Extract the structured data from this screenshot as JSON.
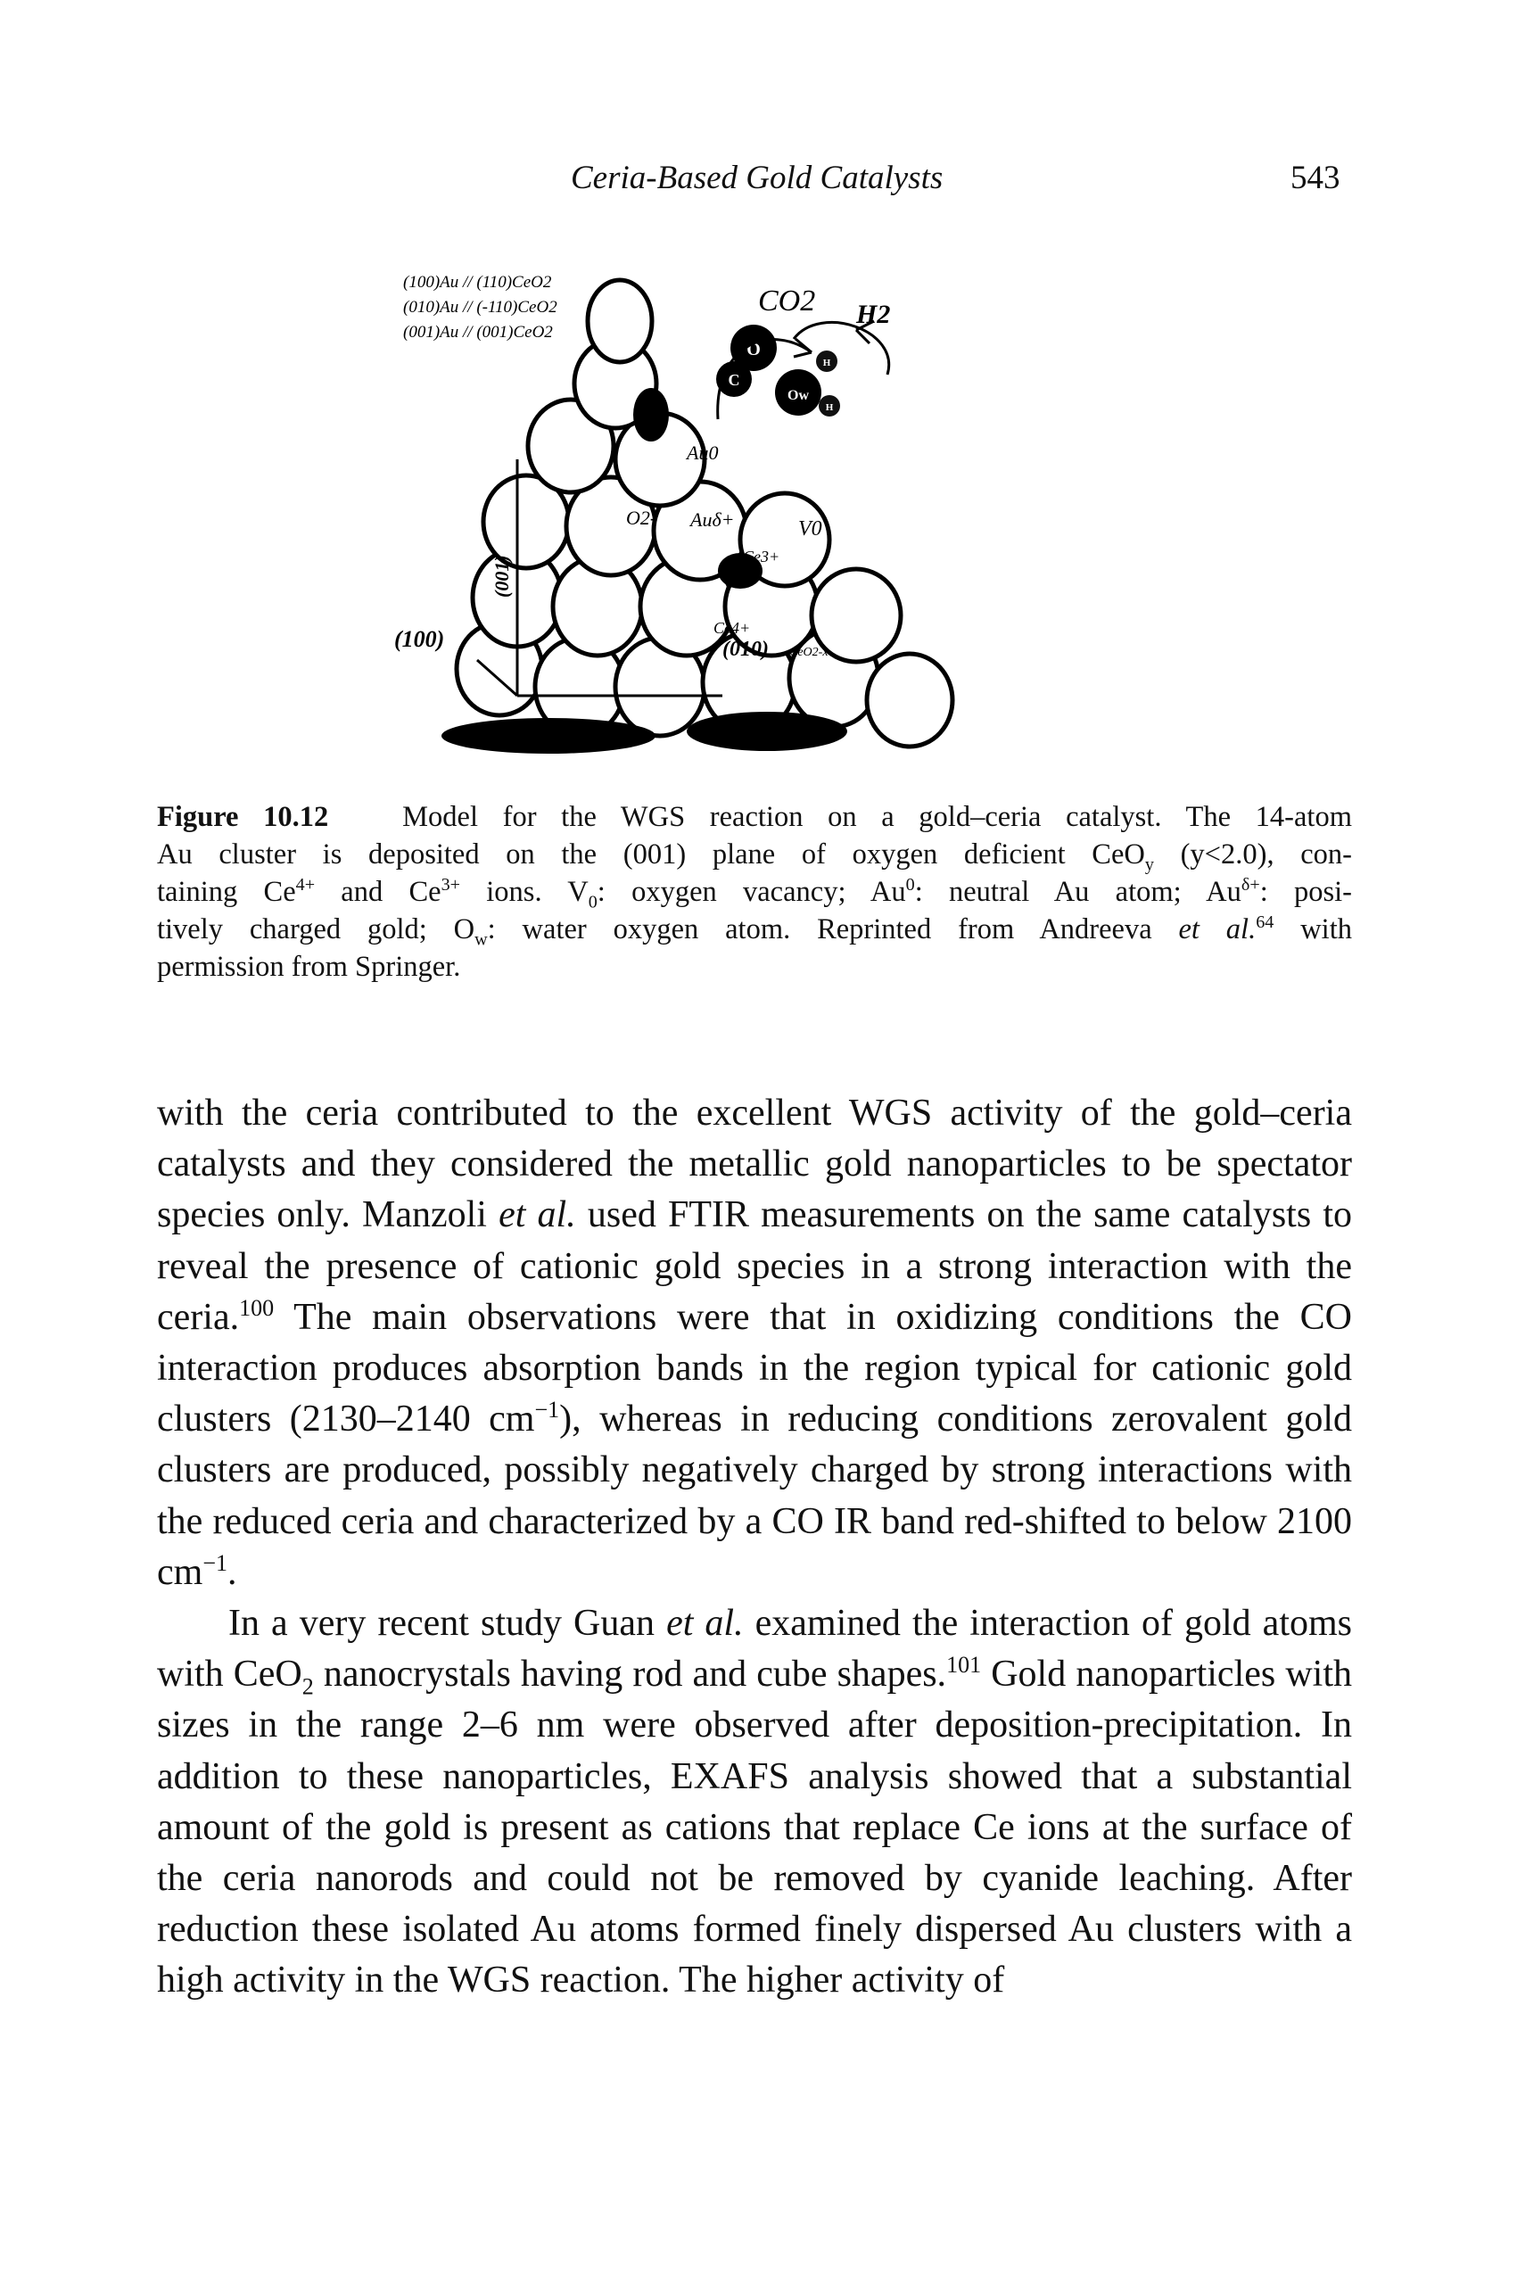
{
  "header": {
    "running_title": "Ceria-Based Gold Catalysts",
    "page_number": "543"
  },
  "figure": {
    "labels": {
      "plane_1": "(100)Au // (110)CeO2",
      "plane_2": "(010)Au // (-110)CeO2",
      "plane_3": "(001)Au // (001)CeO2",
      "co2": "CO2",
      "h2": "H2",
      "au0": "Au0",
      "o2": "O2-",
      "au_delta": "Auδ+",
      "v0": "V0",
      "c3": "Ce3+",
      "ce4": "Ce4+",
      "axis_100": "(100)",
      "axis_010": "(010)",
      "axis_001": "(001)",
      "ceo_label": "CeO2-x",
      "o_symbol": "O",
      "c_symbol": "C",
      "ow_symbol": "Ow",
      "h_symbol": "H"
    }
  },
  "caption": {
    "label": "Figure 10.12",
    "lines": [
      "Model for the WGS reaction on a gold–ceria catalyst. The 14-atom",
      "Au cluster is deposited on the (001) plane of oxygen deficient CeO<sub>y</sub> (y<2.0), con-",
      "taining Ce<sup>4+</sup> and Ce<sup>3+</sup> ions. V<sub>0</sub>: oxygen vacancy; Au<sup>0</sup>: neutral Au atom; Au<sup>δ+</sup>: posi-",
      "tively charged gold; O<sub>w</sub>: water oxygen atom. Reprinted from Andreeva <i>et al.</i><sup>64</sup> with",
      "permission from Springer."
    ]
  },
  "body": {
    "paragraphs": [
      "with the ceria contributed to the excellent WGS activity of the gold–ceria catalysts and they considered the metallic gold nanoparticles to be spectator species only. Manzoli <i>et al.</i> used FTIR measurements on the same catalysts to reveal the presence of cationic gold species in a strong interaction with the ceria.<sup>100</sup> The main observations were that in oxidizing conditions the CO interaction produces absorption bands in the region typical for cationic gold clusters (2130–2140 cm<sup>−1</sup>), whereas in reducing conditions zerovalent gold clusters are produced, possibly negatively charged by strong interactions with the reduced ceria and characterized by a CO IR band red-shifted to below 2100 cm<sup>−1</sup>.",
      "In a very recent study Guan <i>et al.</i> examined the interaction of gold atoms with CeO<sub>2</sub> nanocrystals having rod and cube shapes.<sup>101</sup> Gold nanoparticles with sizes in the range 2–6 nm were observed after deposition-precipitation. In addition to these nanoparticles, EXAFS analysis showed that a substantial amount of the gold is present as cations that replace Ce ions at the surface of the ceria nanorods and could not be removed by cyanide leaching. After reduction these isolated Au atoms formed finely dispersed Au clusters with a high activity in the WGS reaction. The higher activity of"
    ]
  }
}
